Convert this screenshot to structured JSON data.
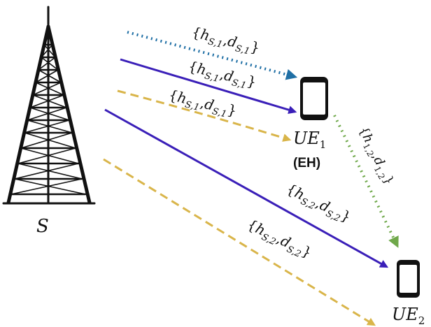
{
  "nodes": {
    "source": {
      "symbol": "S",
      "icon": "cell-tower-icon"
    },
    "ue1": {
      "symbol": "UE",
      "sub": "1",
      "role": "(EH)",
      "icon": "smartphone-icon"
    },
    "ue2": {
      "symbol": "UE",
      "sub": "2",
      "icon": "smartphone-icon"
    }
  },
  "links": {
    "s_ue1_dotted": {
      "h": "h",
      "h_sub": "S,1",
      "d": "d",
      "d_sub": "S,1",
      "color": "#1f6fa5",
      "style": "dotted"
    },
    "s_ue1_solid": {
      "h": "h",
      "h_sub": "S,1",
      "d": "d",
      "d_sub": "S,1",
      "color": "#3a1fb8",
      "style": "solid"
    },
    "s_ue1_dashed": {
      "h": "h",
      "h_sub": "S,1",
      "d": "d",
      "d_sub": "S,1",
      "color": "#d9b54a",
      "style": "dashed"
    },
    "ue1_ue2_dotted": {
      "h": "h",
      "h_sub": "1,2",
      "d": "d",
      "d_sub": "1,2",
      "color": "#6fa84a",
      "style": "dotted"
    },
    "s_ue2_solid": {
      "h": "h",
      "h_sub": "S,2",
      "d": "d",
      "d_sub": "S,2",
      "color": "#3a1fb8",
      "style": "solid"
    },
    "s_ue2_dashed": {
      "h": "h",
      "h_sub": "S,2",
      "d": "d",
      "d_sub": "S,2",
      "color": "#d9b54a",
      "style": "dashed"
    }
  },
  "punct": {
    "open": "{",
    "comma": ",",
    "close": "}"
  }
}
